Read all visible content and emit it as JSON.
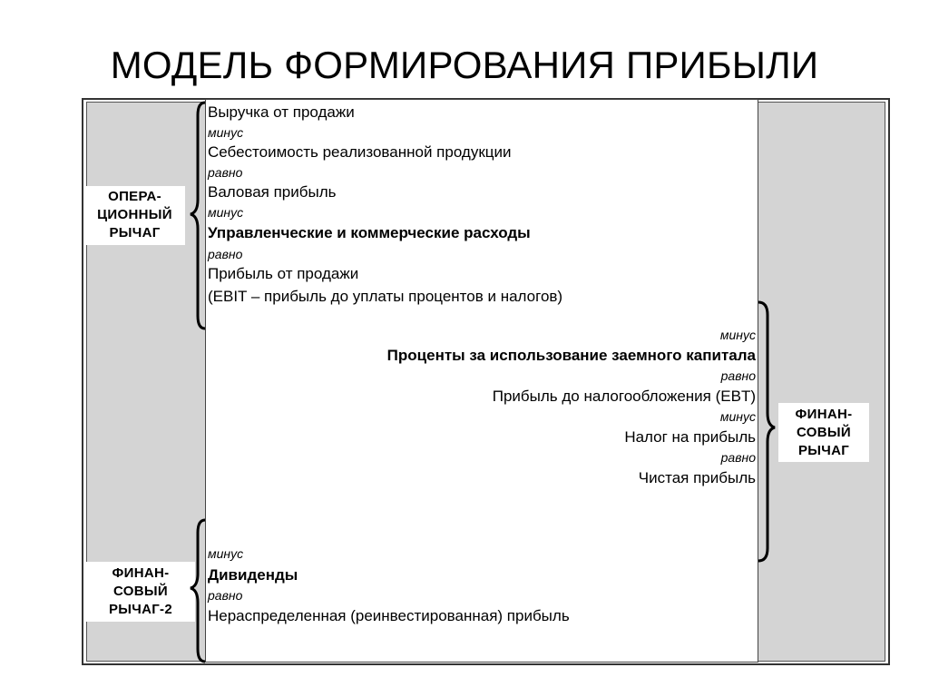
{
  "title": "МОДЕЛЬ ФОРМИРОВАНИЯ ПРИБЫЛИ",
  "labels": {
    "operating_leverage": [
      "ОПЕРА-",
      "ЦИОННЫЙ",
      "РЫЧАГ"
    ],
    "financial_leverage": [
      "ФИНАН-",
      "СОВЫЙ",
      "РЫЧАГ"
    ],
    "financial_leverage_2": [
      "ФИНАН-",
      "СОВЫЙ",
      "РЫЧАГ-2"
    ]
  },
  "section_operating": [
    "Выручка от продажи",
    "минус",
    "Себестоимость реализованной продукции",
    "равно",
    "Валовая прибыль",
    "минус",
    "Управленческие и коммерческие расходы",
    "равно",
    "Прибыль от продажи",
    "(EBIT – прибыль до уплаты процентов и налогов)"
  ],
  "section_financial": [
    "минус",
    "Проценты за использование заемного капитала",
    "равно",
    "Прибыль до налогообложения (EBT)",
    "минус",
    "Налог на прибыль",
    "равно",
    "Чистая прибыль"
  ],
  "section_dividends": [
    "минус",
    "Дивиденды",
    "равно",
    "Нераспределенная (реинвестированная) прибыль"
  ]
}
